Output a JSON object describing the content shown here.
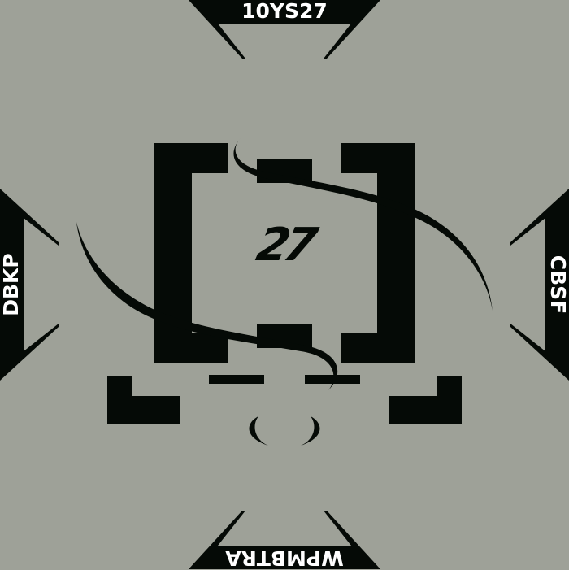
{
  "labels": {
    "top": "10YS27",
    "bottom": "WPMBTRA",
    "left": "DBKP",
    "right": "CBSF"
  },
  "center_number": "27",
  "colors": {
    "background": "#9ea198",
    "ink": "#050a06",
    "label_text": "#ffffff"
  }
}
